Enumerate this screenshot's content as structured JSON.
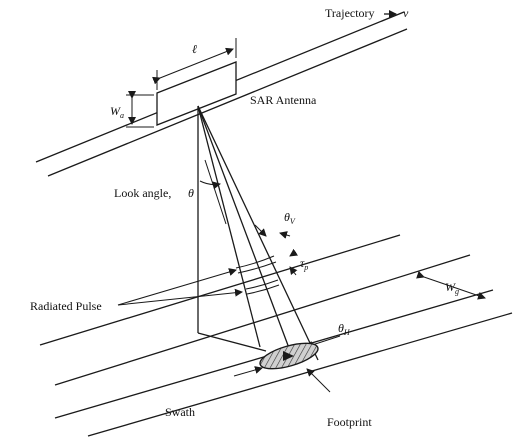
{
  "labels": {
    "trajectory": "Trajectory",
    "velocity": "v",
    "antenna_length": "ℓ",
    "antenna_width": "W",
    "antenna_width_sub": "a",
    "sar_antenna": "SAR Antenna",
    "look_angle": "Look angle,",
    "look_angle_symbol": "θ",
    "theta_v": "θ",
    "theta_v_sub": "V",
    "tau_p": "τ",
    "tau_p_sub": "p",
    "swath_width": "W",
    "swath_width_sub": "g",
    "radiated_pulse": "Radiated Pulse",
    "theta_h": "θ",
    "theta_h_sub": "H",
    "swath": "Swath",
    "footprint": "Footprint"
  },
  "colors": {
    "line": "#1a1a1a",
    "footprint_fill": "#bfbfbf"
  }
}
